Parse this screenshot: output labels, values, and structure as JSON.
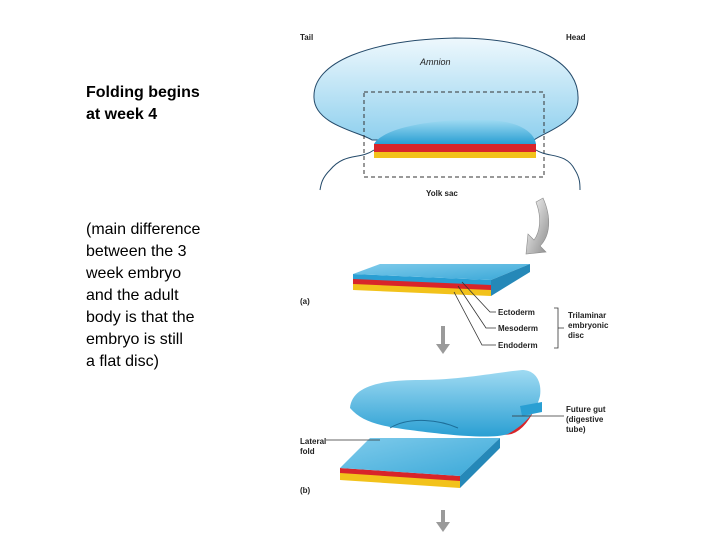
{
  "slide": {
    "heading_lines": [
      "Folding begins",
      "at week 4"
    ],
    "note_lines": [
      "(main difference",
      "between the 3",
      "week embryo",
      "and the adult",
      "body is that the",
      "embryo is still",
      "a flat disc)"
    ]
  },
  "figure": {
    "top": {
      "tail": "Tail",
      "head": "Head",
      "amnion": "Amnion",
      "yolk_sac": "Yolk sac"
    },
    "panel_a": {
      "marker": "(a)",
      "layers": [
        "Ectoderm",
        "Mesoderm",
        "Endoderm"
      ],
      "group_label_lines": [
        "Trilaminar",
        "embryonic",
        "disc"
      ]
    },
    "panel_b": {
      "marker": "(b)",
      "lateral_fold_lines": [
        "Lateral",
        "fold"
      ],
      "gut_label_lines": [
        "Future gut",
        "(digestive",
        "tube)"
      ]
    },
    "colors": {
      "ectoderm": "#3aa8d8",
      "mesoderm": "#d8252a",
      "endoderm": "#f2c21b",
      "amnion_fill": "#cdeaf7",
      "arrow": "#9a9a9a"
    }
  }
}
